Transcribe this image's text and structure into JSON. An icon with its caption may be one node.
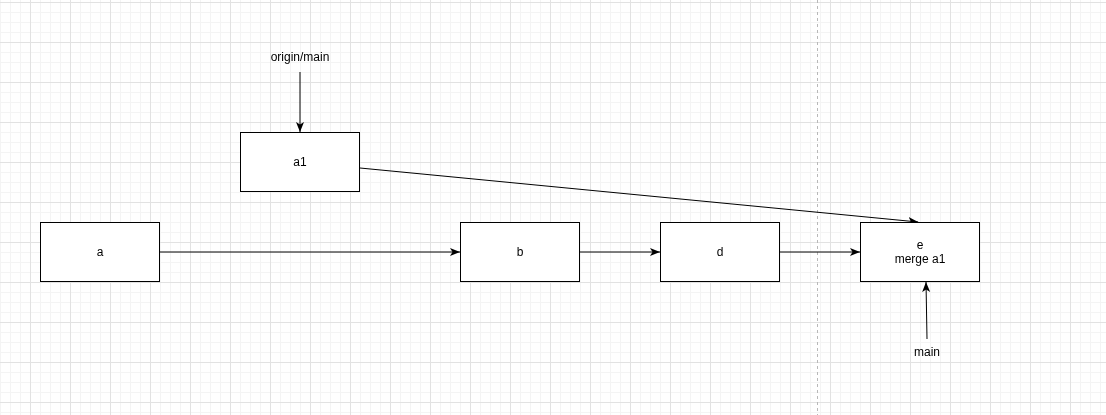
{
  "diagram": {
    "nodes": [
      {
        "text": [
          "origin/main"
        ]
      },
      {
        "text": [
          "a1"
        ]
      },
      {
        "text": [
          "a"
        ]
      },
      {
        "text": [
          "b"
        ]
      },
      {
        "text": [
          "d"
        ]
      },
      {
        "text": [
          "e",
          "merge a1"
        ]
      },
      {
        "text": [
          "main"
        ]
      }
    ],
    "edges": [
      {
        "from": 0,
        "to": 1,
        "arrow": "to"
      },
      {
        "from": 1,
        "to": 5,
        "arrow": "to"
      },
      {
        "from": 2,
        "to": 3,
        "arrow": "to"
      },
      {
        "from": 3,
        "to": 4,
        "arrow": "to"
      },
      {
        "from": 4,
        "to": 5,
        "arrow": "to"
      },
      {
        "from": 6,
        "to": 5,
        "arrow": "to"
      }
    ]
  }
}
